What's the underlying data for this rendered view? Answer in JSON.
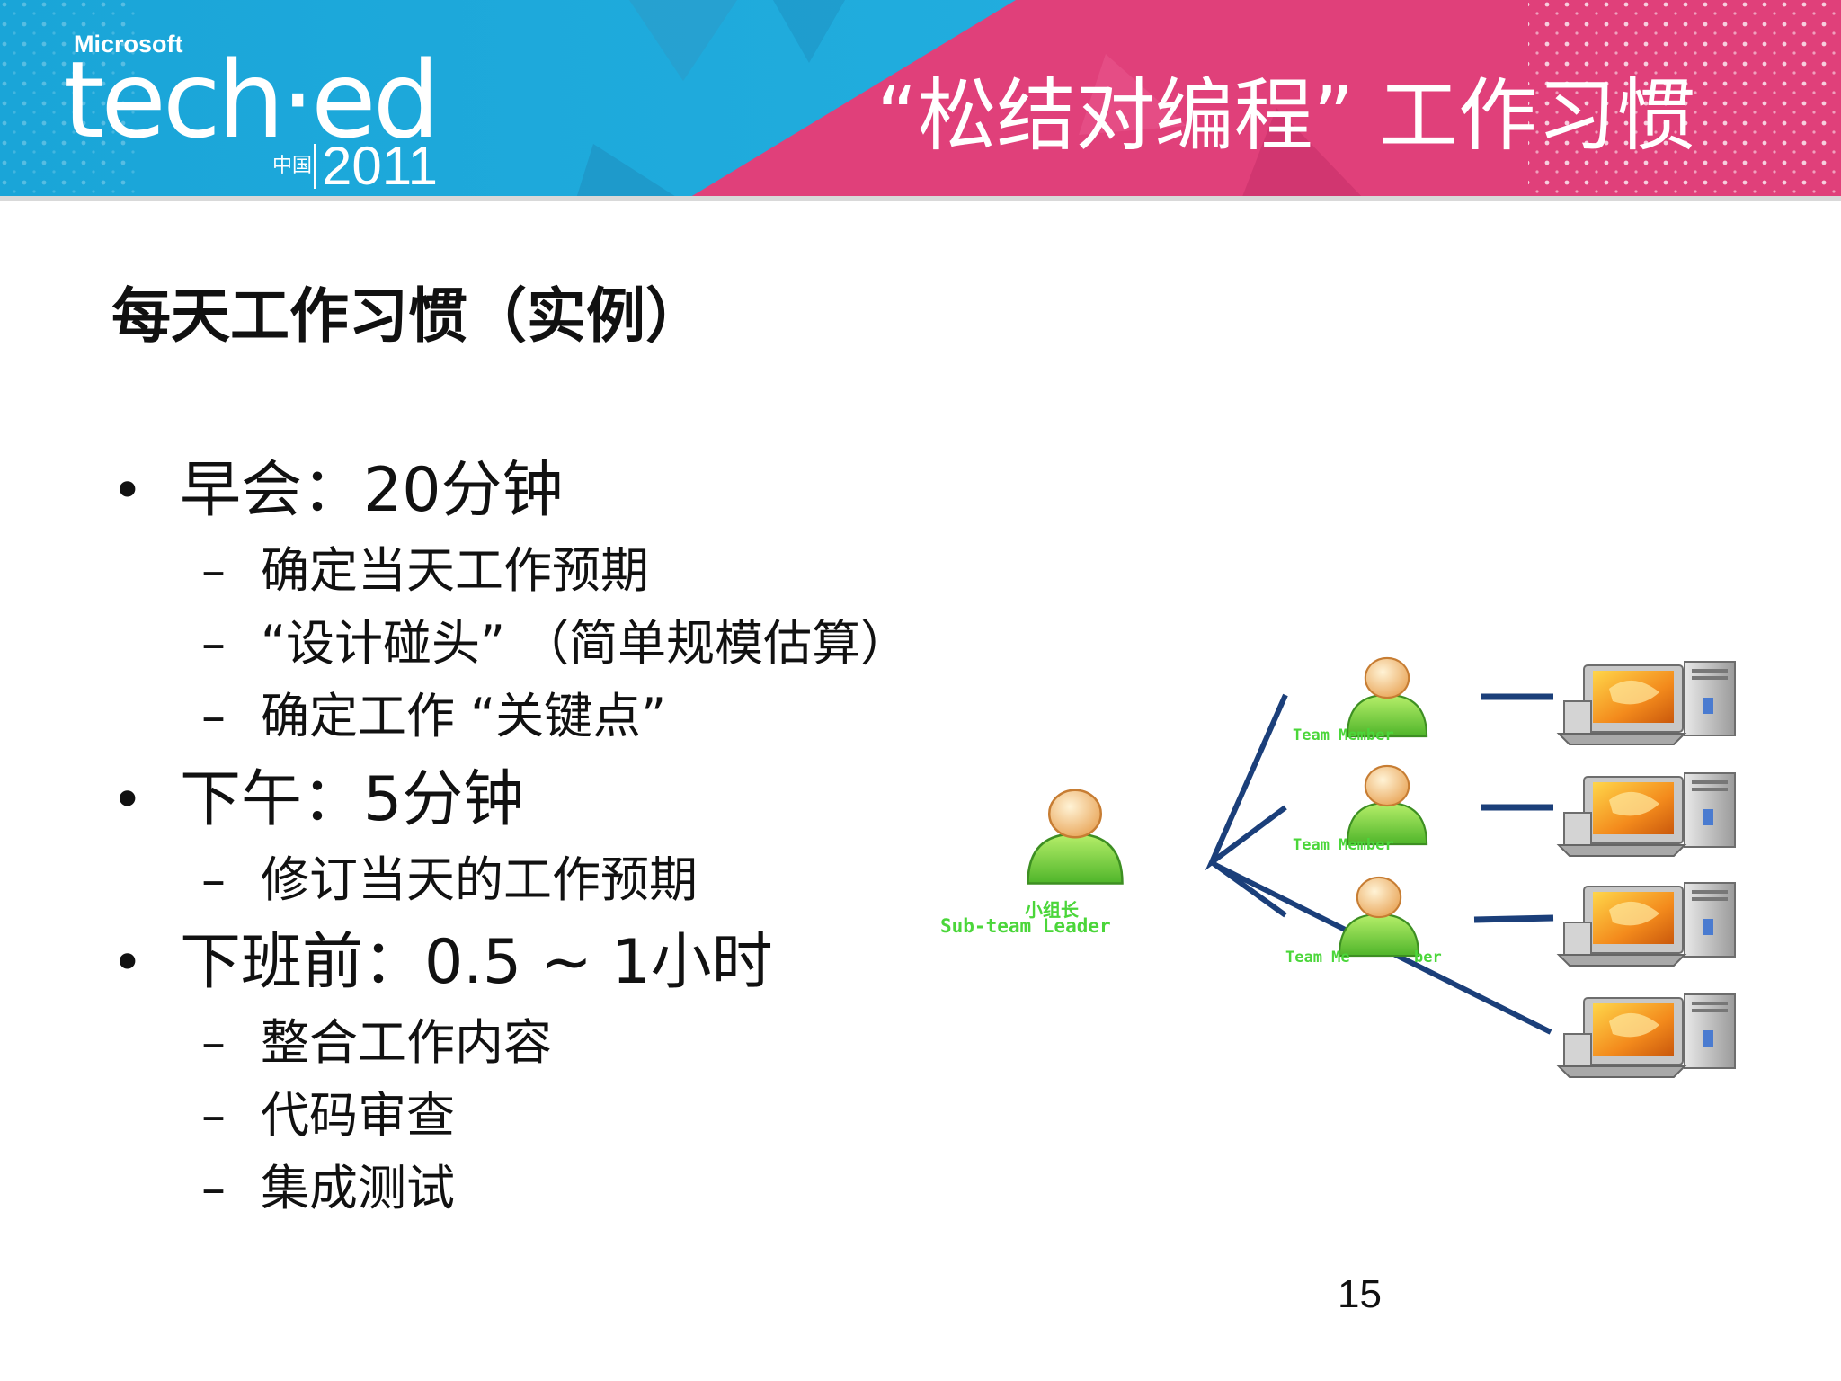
{
  "banner": {
    "logo_brand": "Microsoft",
    "logo_product": "tech·ed",
    "logo_region": "中国",
    "logo_year": "2011",
    "title": "“松结对编程” 工作习惯",
    "colors": {
      "cyan": "#1ba7dc",
      "pink": "#e0407a"
    }
  },
  "heading": "每天工作习惯（实例）",
  "sections": [
    {
      "label": "早会：20分钟",
      "items": [
        "确定当天工作预期",
        "“设计碰头” （简单规模估算）",
        "确定工作 “关键点”"
      ]
    },
    {
      "label": "下午：5分钟",
      "items": [
        "修订当天的工作预期"
      ]
    },
    {
      "label": "下班前：0.5 ~ 1小时",
      "items": [
        "整合工作内容",
        "代码审查",
        "集成测试"
      ]
    }
  ],
  "diagram": {
    "leader_label_cn": "小组长",
    "leader_label_en": "Sub-team Leader",
    "member_label": "Team Member",
    "member_label_partial": "Team Me",
    "member_label_tail": "ber",
    "line_color": "#1b3f7a"
  },
  "page_number": "15"
}
